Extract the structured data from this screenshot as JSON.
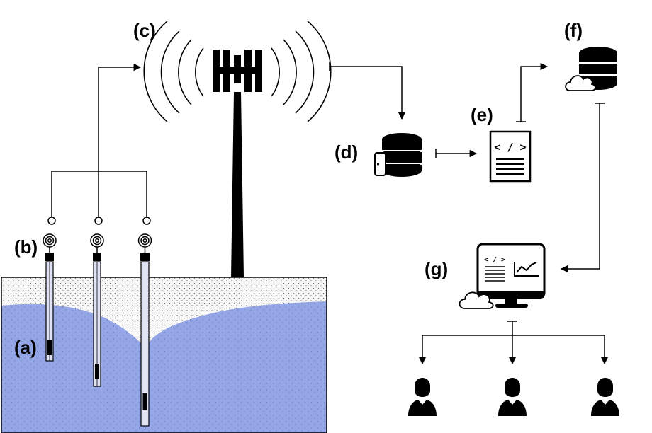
{
  "labels": {
    "a": "(a)",
    "b": "(b)",
    "c": "(c)",
    "d": "(d)",
    "e": "(e)",
    "f": "(f)",
    "g": "(g)"
  },
  "code_symbols": {
    "script": "< / >",
    "monitor": "< / >"
  },
  "colors": {
    "water": "#94a6e6",
    "soil": "#f4f4f4",
    "ink": "#000000"
  },
  "icons": [
    "cell-tower-icon",
    "server-database-icon",
    "code-document-icon",
    "cloud-database-icon",
    "monitor-dashboard-icon",
    "user-icon"
  ]
}
